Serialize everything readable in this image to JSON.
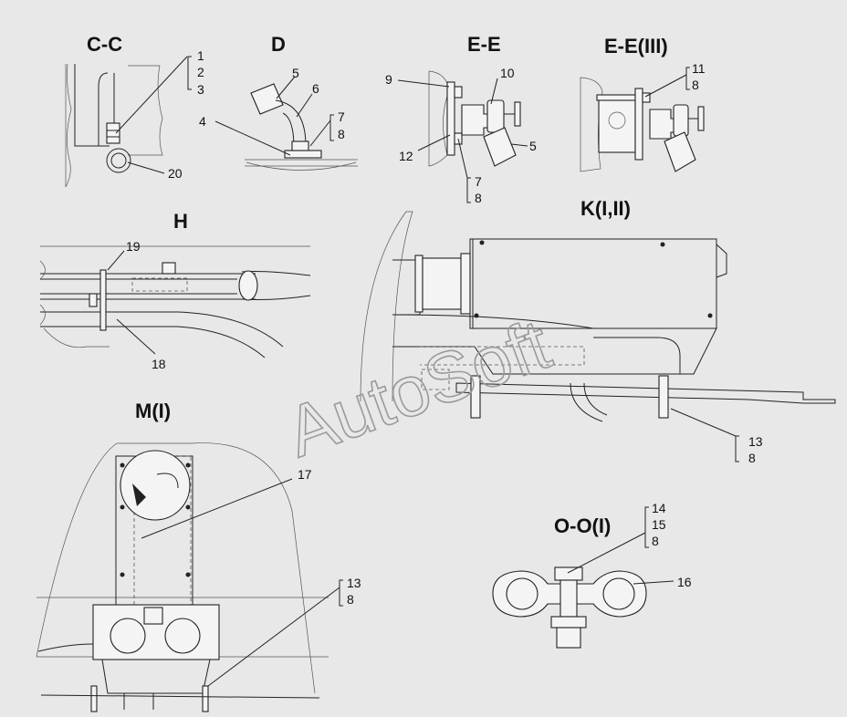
{
  "watermark": "AutoSoft",
  "views": {
    "cc": {
      "title": "C-C",
      "callouts": [
        "1",
        "2",
        "3",
        "20"
      ]
    },
    "d": {
      "title": "D",
      "callouts": [
        "5",
        "6",
        "4",
        "7",
        "8"
      ]
    },
    "ee": {
      "title": "E-E",
      "callouts": [
        "9",
        "10",
        "12",
        "5",
        "7",
        "8"
      ]
    },
    "ee3": {
      "title": "E-E(III)",
      "callouts": [
        "11",
        "8"
      ]
    },
    "h": {
      "title": "H",
      "callouts": [
        "19",
        "18"
      ]
    },
    "k": {
      "title": "K(I,II)",
      "callouts": [
        "13",
        "8"
      ]
    },
    "m": {
      "title": "M(I)",
      "callouts": [
        "17",
        "13",
        "8"
      ]
    },
    "oo": {
      "title": "O-O(I)",
      "callouts": [
        "14",
        "15",
        "8",
        "16"
      ]
    }
  },
  "colors": {
    "background": "#e8e8e8",
    "line": "#222222",
    "watermark": "#9a9a9a"
  }
}
